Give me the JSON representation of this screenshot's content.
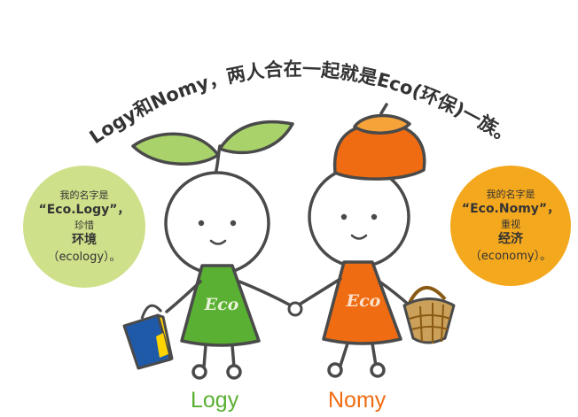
{
  "headline": "Logy和Nomy，两人合在一起就是Eco(环保)一族。",
  "left_bubble": {
    "line1": "我的名字是",
    "line2": "“Eco.Logy”，",
    "line3": "珍惜",
    "line4": "环境",
    "line5": "（ecology）。"
  },
  "right_bubble": {
    "line1": "我的名字是",
    "line2": "“Eco.Nomy”，",
    "line3": "重视",
    "line4": "经济",
    "line5": "（economy）。"
  },
  "logy": {
    "shirt_text": "Eco",
    "name": "Logy"
  },
  "nomy": {
    "shirt_text": "Eco",
    "name": "Nomy"
  },
  "colors": {
    "logy_green": "#5ab032",
    "leaf_green": "#a9d36a",
    "nomy_orange": "#ef6c12",
    "left_bubble": "#cfe08a",
    "right_bubble": "#f4a81e",
    "outline": "#4a4a4a"
  },
  "icons": [
    "sprout-leaves-icon",
    "acorn-cap-icon",
    "shopping-bag-icon",
    "basket-icon"
  ]
}
